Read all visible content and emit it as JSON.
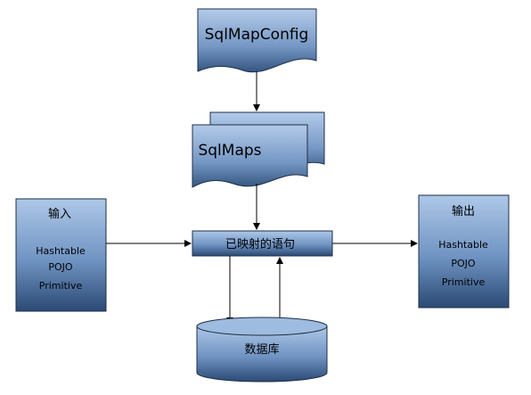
{
  "diagram": {
    "config_doc": {
      "label": "SqlMapConfig"
    },
    "maps_doc": {
      "label": "SqlMaps"
    },
    "input_box": {
      "title": "输入",
      "items": [
        "Hashtable",
        "POJO",
        "Primitive"
      ]
    },
    "output_box": {
      "title": "输出",
      "items": [
        "Hashtable",
        "POJO",
        "Primitive"
      ]
    },
    "statement_box": {
      "label": "已映射的语句"
    },
    "database": {
      "label": "数据库"
    }
  },
  "colors": {
    "fill_top": "#a8c3e3",
    "fill_bottom": "#2f4f7a",
    "stroke": "#1f2f47",
    "arrow": "#000000"
  }
}
